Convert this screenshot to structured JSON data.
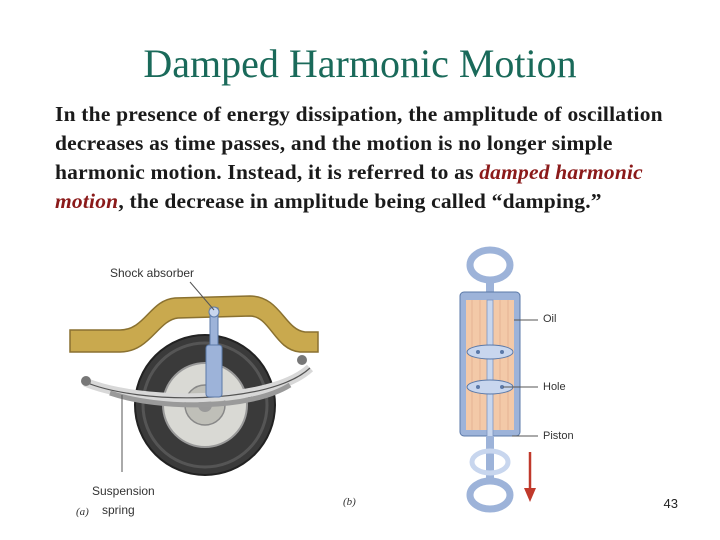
{
  "slide": {
    "title": "Damped Harmonic Motion",
    "paragraph_before": "In the presence of energy dissipation, the amplitude of oscillation decreases as time passes, and the motion is no longer simple harmonic motion. Instead, it is referred to as ",
    "term": "damped harmonic motion",
    "paragraph_after": ", the decrease in amplitude being called “damping.”",
    "page_number": "43"
  },
  "figure": {
    "label_shock_absorber": "Shock absorber",
    "label_suspension": "Suspension",
    "label_spring": "spring",
    "label_a": "(a)",
    "label_b": "(b)",
    "label_oil": "Oil",
    "label_hole": "Hole",
    "label_piston": "Piston"
  },
  "colors": {
    "title": "#1a6a5a",
    "term": "#8b1a1a",
    "frame": "#c9a94e",
    "tire": "#3a3a3a",
    "oil": "#f3c9a8",
    "cylinder": "#9db3d9",
    "arrow": "#c0392b"
  }
}
